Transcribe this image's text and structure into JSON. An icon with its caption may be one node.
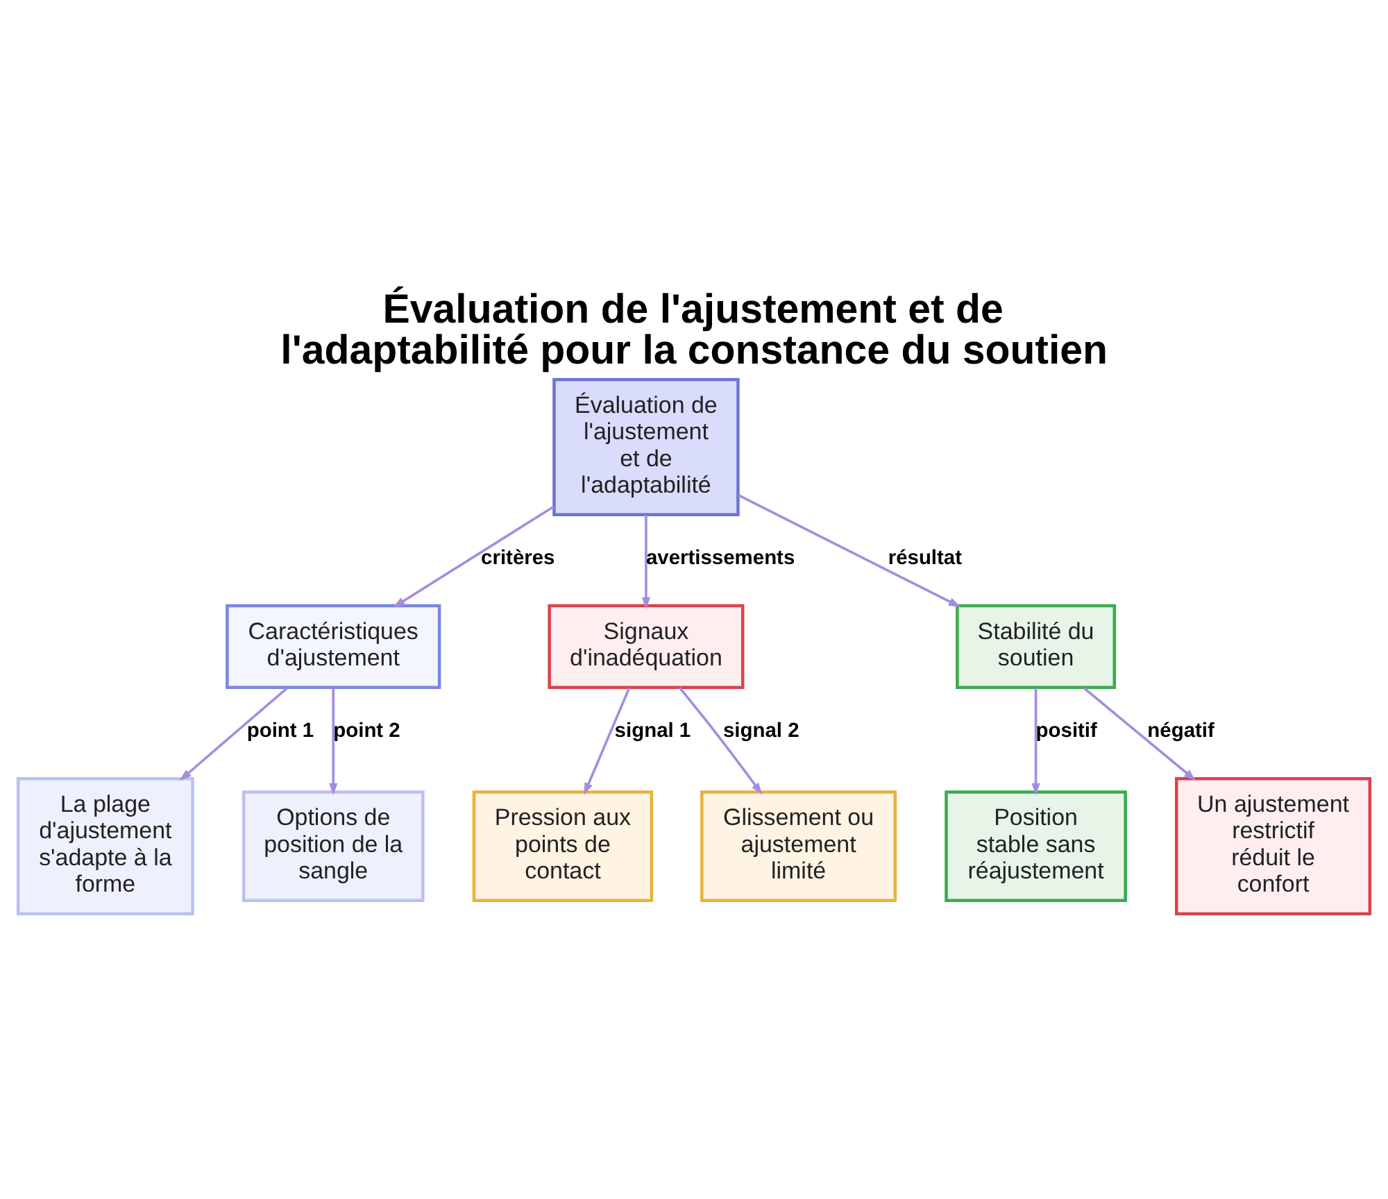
{
  "diagram": {
    "title": "Évaluation de l'ajustement et de l'adaptabilité pour la constance du soutien",
    "nodes": [
      {
        "text": [
          "Évaluation de l'ajustement et de l'adaptabilité"
        ]
      },
      {
        "text": [
          "Caractéristiques d'ajustement"
        ]
      },
      {
        "text": [
          "Signaux d'inadéquation"
        ]
      },
      {
        "text": [
          "Stabilité du soutien"
        ]
      },
      {
        "text": [
          "La plage d'ajustement s'adapte à la forme"
        ]
      },
      {
        "text": [
          "Options de position de la sangle"
        ]
      },
      {
        "text": [
          "Pression aux points de contact"
        ]
      },
      {
        "text": [
          "Glissement ou ajustement limité"
        ]
      },
      {
        "text": [
          "Position stable sans réajustement"
        ]
      },
      {
        "text": [
          "Un ajustement restrictif réduit le confort"
        ]
      }
    ],
    "edges": [
      {
        "from": 0,
        "to": 1,
        "arrow": "to",
        "label": "critères"
      },
      {
        "from": 0,
        "to": 2,
        "arrow": "to",
        "label": "avertissements"
      },
      {
        "from": 0,
        "to": 3,
        "arrow": "to",
        "label": "résultat"
      },
      {
        "from": 1,
        "to": 4,
        "arrow": "to",
        "label": "point 1"
      },
      {
        "from": 1,
        "to": 5,
        "arrow": "to",
        "label": "point 2"
      },
      {
        "from": 2,
        "to": 6,
        "arrow": "to",
        "label": "signal 1"
      },
      {
        "from": 2,
        "to": 7,
        "arrow": "to",
        "label": "signal 2"
      },
      {
        "from": 3,
        "to": 8,
        "arrow": "to",
        "label": "positif"
      },
      {
        "from": 3,
        "to": 9,
        "arrow": "to",
        "label": "négatif"
      }
    ]
  }
}
